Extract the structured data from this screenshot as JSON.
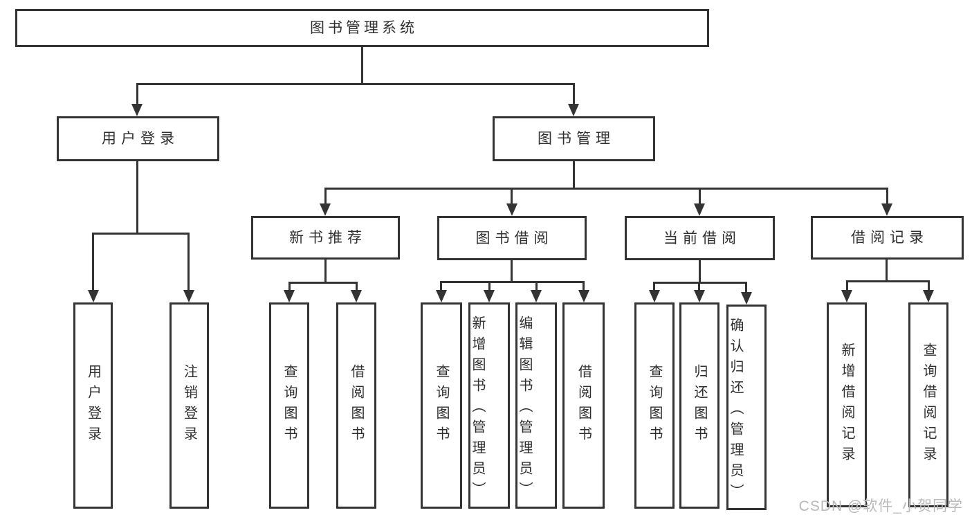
{
  "colors": {
    "line": "#333333",
    "background": "#ffffff",
    "watermark_text": "#b9b9b9"
  },
  "diagram": {
    "root": "图书管理系统",
    "user_login": {
      "label": "用户登录",
      "children": [
        "用户登录",
        "注销登录"
      ]
    },
    "book_management": {
      "label": "图书管理",
      "children": {
        "new_book_recommend": {
          "label": "新书推荐",
          "children": [
            "查询图书",
            "借阅图书"
          ]
        },
        "book_borrow": {
          "label": "图书借阅",
          "children": [
            "查询图书",
            "新增图书（管理员）",
            "编辑图书（管理员）",
            "借阅图书"
          ]
        },
        "current_borrow": {
          "label": "当前借阅",
          "children": [
            "查询图书",
            "归还图书",
            "确认归还（管理员）"
          ]
        },
        "borrow_record": {
          "label": "借阅记录",
          "children": [
            "新增借阅记录",
            "查询借阅记录"
          ]
        }
      }
    }
  },
  "watermark": "CSDN @软件_小贺同学"
}
